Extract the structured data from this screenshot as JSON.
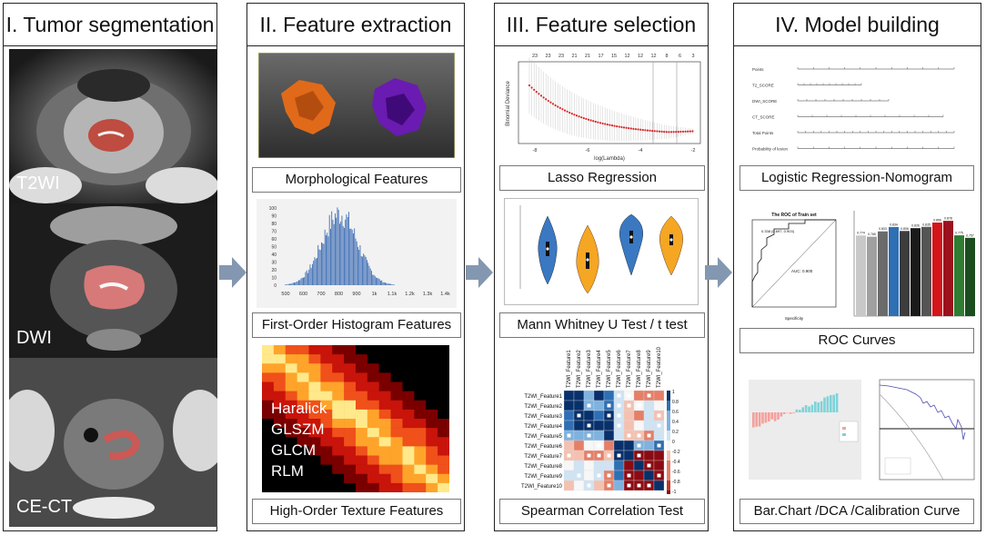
{
  "panels": {
    "p1": {
      "title": "I. Tumor segmentation",
      "images": [
        "T2WI",
        "DWI",
        "CE-CT"
      ]
    },
    "p2": {
      "title": "II. Feature extraction",
      "labels": [
        "Morphological Features",
        "First-Order Histogram Features",
        "High-Order Texture Features"
      ],
      "texture_words": [
        "Haralick",
        "GLSZM",
        "GLCM",
        "RLM"
      ],
      "hist_y_ticks": [
        "100",
        "90",
        "80",
        "70",
        "60",
        "50",
        "40",
        "30",
        "20",
        "10",
        "0"
      ],
      "hist_x_ticks": [
        "500",
        "600",
        "700",
        "800",
        "900",
        "1k",
        "1.1k",
        "1.2k",
        "1.3k",
        "1.4k"
      ]
    },
    "p3": {
      "title": "III. Feature selection",
      "labels": [
        "Lasso Regression",
        "Mann Whitney U Test / t test",
        "Spearman Correlation Test"
      ],
      "lasso_top": [
        "23",
        "23",
        "23",
        "21",
        "21",
        "17",
        "15",
        "12",
        "12",
        "12",
        "8",
        "6",
        "3"
      ],
      "lasso_xlabel": "log(Lambda)",
      "lasso_ylabel": "Binomial Deviance",
      "lasso_x_ticks": [
        "-8",
        "-6",
        "-4",
        "-2"
      ],
      "features": [
        "T2WI_Feature1",
        "T2WI_Feature2",
        "T2WI_Feature3",
        "T2WI_Feature4",
        "T2WI_Feature5",
        "T2WI_Feature6",
        "T2WI_Feature7",
        "T2WI_Feature8",
        "T2WI_Feature9",
        "T2WI_Feature10"
      ],
      "corr_scale": [
        "1",
        "0.8",
        "0.6",
        "0.4",
        "0.2",
        "0",
        "-0.2",
        "-0.4",
        "-0.6",
        "-0.8",
        "-1"
      ]
    },
    "p4": {
      "title": "IV. Model building",
      "labels": [
        "Logistic Regression-Nomogram",
        "ROC Curves",
        "Bar.Chart /DCA /Calibration Curve"
      ],
      "nomogram_rows": [
        "Points",
        "T2_SCORE",
        "DWI_SCORE",
        "CT_SCORE",
        "Total Points",
        "Probability of lesion"
      ],
      "roc_title": "The ROC of Train set",
      "roc_auc": "AUC: 0.900",
      "roc_point": "0.338 (0.697, 0.903)",
      "roc_xlabel": "Specificity",
      "bar_values": [
        "0.774",
        "0.765",
        "0.803",
        "0.834",
        "0.806",
        "0.826",
        "0.835",
        "0.866",
        "0.878",
        "0.775",
        "0.757"
      ]
    }
  },
  "colors": {
    "arrow": "#8497b0",
    "lasso_point": "#d62728",
    "violin_blue": "#3a78c2",
    "violin_orange": "#f5a623"
  }
}
